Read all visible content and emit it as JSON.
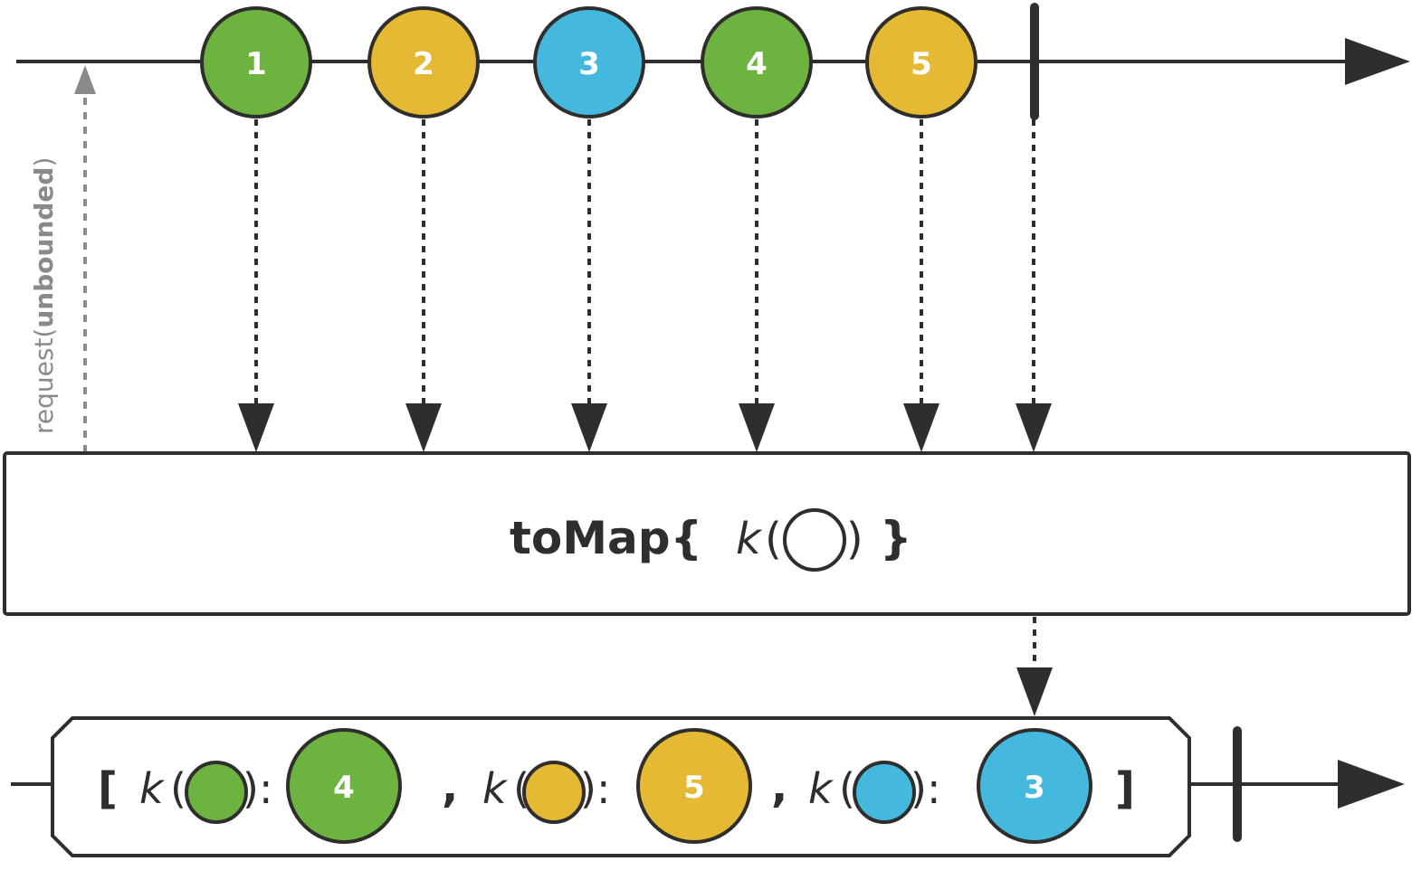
{
  "colors": {
    "green": "#6db33f",
    "yellow": "#e6b935",
    "blue": "#45b8de",
    "line": "#2f2e2c",
    "request": "#8a8a8a"
  },
  "request": {
    "prefix": "request(",
    "bold": "unbounded",
    "suffix": ")"
  },
  "source_marbles": [
    {
      "label": "1",
      "color": "green"
    },
    {
      "label": "2",
      "color": "yellow"
    },
    {
      "label": "3",
      "color": "blue"
    },
    {
      "label": "4",
      "color": "green"
    },
    {
      "label": "5",
      "color": "yellow"
    }
  ],
  "operator": {
    "name": "toMap{",
    "key_fn": "k",
    "open_paren": "(",
    "close_paren": ")",
    "close_brace": "}"
  },
  "result_map": {
    "open_bracket": "[",
    "close_bracket": "]",
    "key_fn": "k",
    "open_paren": "(",
    "close_paren_colon": "):",
    "separator": ",",
    "entries": [
      {
        "key_color": "green",
        "value": "4",
        "value_color": "green"
      },
      {
        "key_color": "yellow",
        "value": "5",
        "value_color": "yellow"
      },
      {
        "key_color": "blue",
        "value": "3",
        "value_color": "blue"
      }
    ]
  }
}
